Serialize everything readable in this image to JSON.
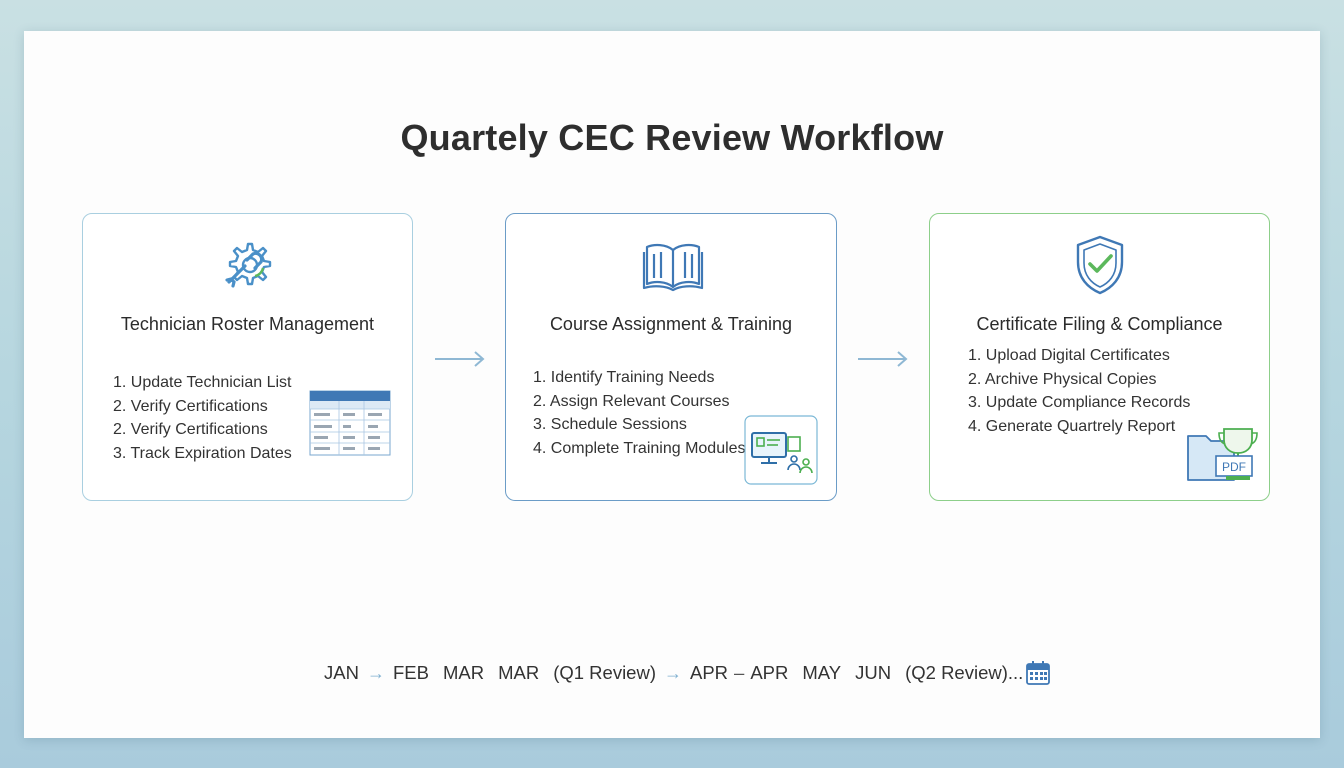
{
  "title": "Quartely CEC Review Workflow",
  "cards": [
    {
      "title": "Technician Roster Management",
      "icon": "gear-wrench-icon",
      "steps": [
        "1. Update Technician List",
        "2. Verify Certifications",
        "2. Verify Certifications",
        "3. Track Expiration Dates"
      ]
    },
    {
      "title": "Course Assignment & Training",
      "icon": "open-book-icon",
      "steps": [
        "1. Identify Training Needs",
        "2. Assign Relevant Courses",
        "3. Schedule Sessions",
        "4. Complete Training Modules"
      ]
    },
    {
      "title": "Certificate Filing & Compliance",
      "icon": "shield-check-icon",
      "steps": [
        "1. Upload Digital Certificates",
        "2. Archive Physical Copies",
        "3. Update Compliance Records",
        "4. Generate Quartrely Report"
      ],
      "badge": "PDF"
    }
  ],
  "timeline": {
    "jan": "JAN",
    "feb": "FEB",
    "mar1": "MAR",
    "mar2": "MAR",
    "q1": "(Q1 Review)",
    "apr1": "APR",
    "apr2": "APR",
    "may": "MAY",
    "jun": "JUN",
    "q2": "(Q2 Review)...",
    "arrow": "→",
    "dash": "–"
  },
  "colors": {
    "accent_blue": "#4a90c8",
    "accent_green": "#5cb85c",
    "card1_border": "#a9cfe0",
    "card2_border": "#6b9cc7",
    "card3_border": "#8dcf8a"
  }
}
